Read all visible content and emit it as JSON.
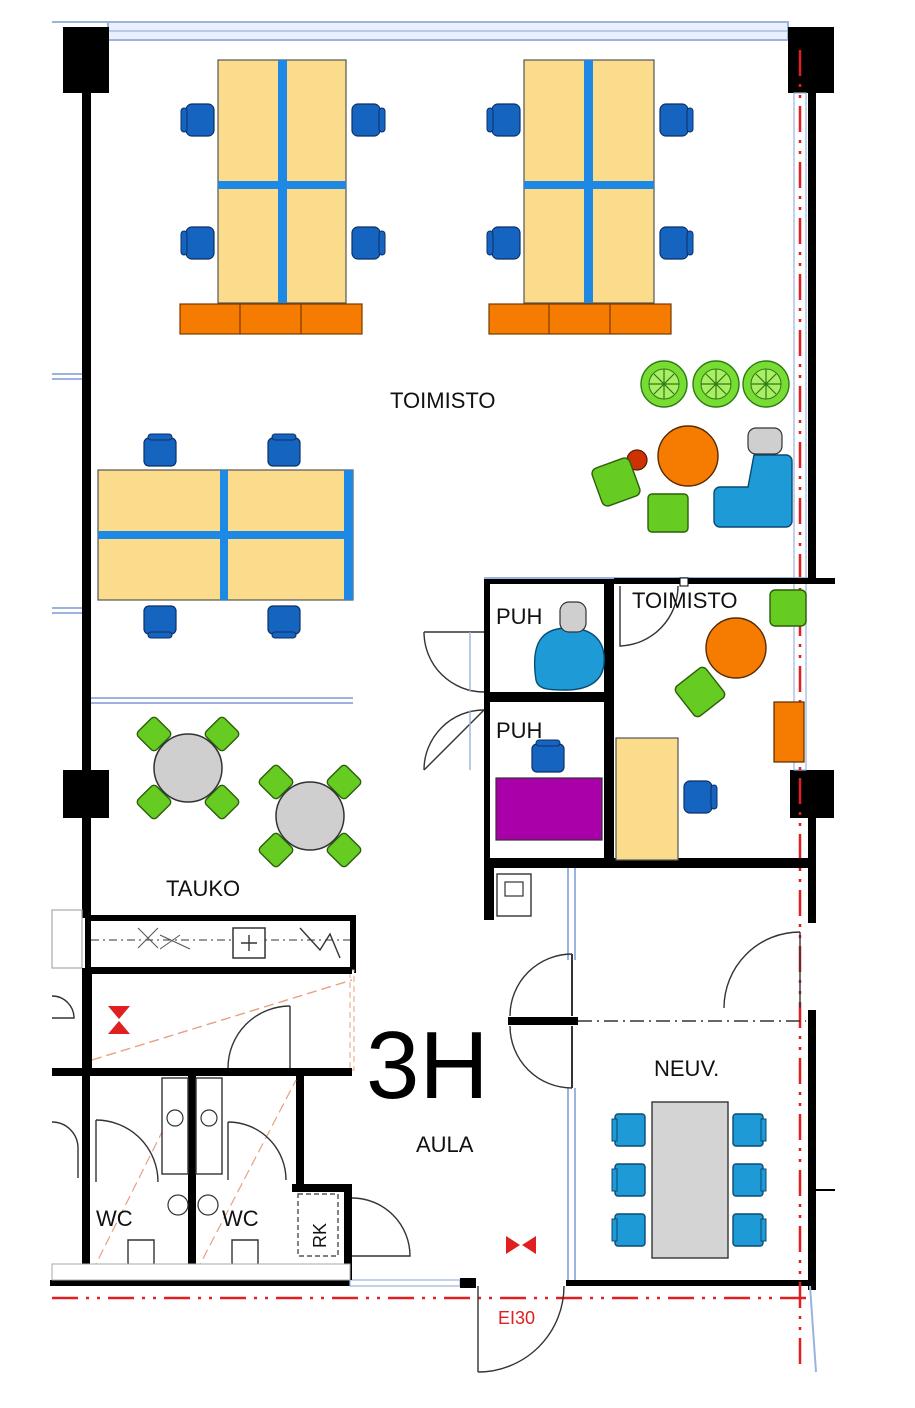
{
  "plan": {
    "unit_code": "3H",
    "rooms": {
      "office_main": "TOIMISTO",
      "office_small": "TOIMISTO",
      "phone_1": "PUH",
      "phone_2": "PUH",
      "break_room": "TAUKO",
      "meeting": "NEUV.",
      "lobby": "AULA",
      "wc_1": "WC",
      "wc_2": "WC",
      "cleaning_closet": "RK"
    },
    "door_rating": "EI30"
  },
  "colors": {
    "wall": "#000000",
    "window": "#9bb3dd",
    "desk": "#fbdc8c",
    "desk_divider": "#1e88e5",
    "chair_blue": "#1565c0",
    "chair_light": "#1e9ad6",
    "storage_orange": "#f57c00",
    "table_orange": "#f57c00",
    "green_seat": "#66cc22",
    "grey_table": "#cccccc",
    "purple_desk": "#aa00aa",
    "red_marker": "#e02020",
    "fire_line": "#e02020"
  }
}
